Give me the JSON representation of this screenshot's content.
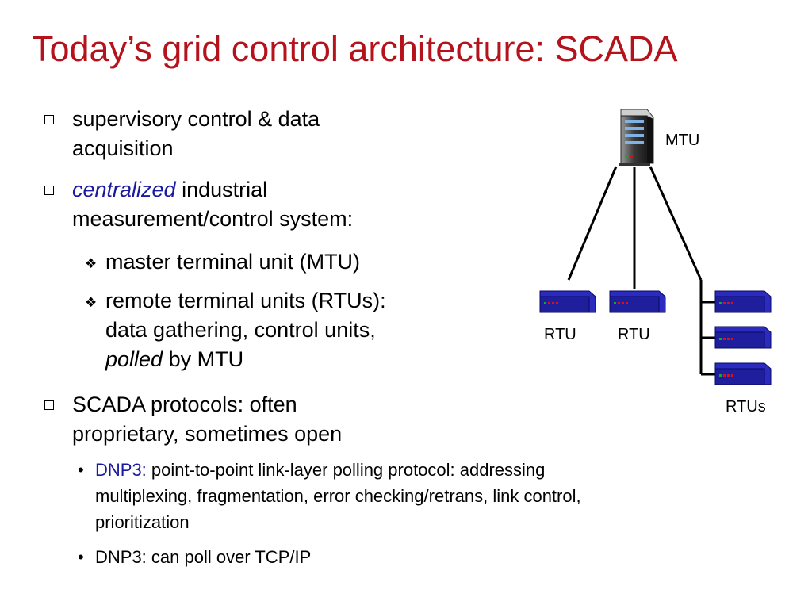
{
  "slide": {
    "title": "Today’s grid control architecture: SCADA",
    "bullets": [
      {
        "lines": [
          "supervisory control & data",
          "acquisition"
        ]
      },
      {
        "italic_part": "centralized",
        "rest_first": " industrial",
        "lines_after": [
          "measurement/control system:"
        ]
      },
      {
        "lines": [
          "SCADA protocols: often",
          "proprietary, sometimes open"
        ]
      }
    ],
    "sub_bullets": [
      {
        "text": "master terminal unit  (MTU)"
      },
      {
        "lines": [
          "remote terminal units (RTUs):",
          "data gathering, control units,"
        ],
        "italic_part": "polled",
        "rest": " by MTU"
      }
    ],
    "small_bullets": [
      {
        "highlight": "DNP3:",
        "lines": [
          " point-to-point link-layer polling protocol: addressing",
          "multiplexing, fragmentation, error checking/retrans, link control,",
          "prioritization"
        ]
      },
      {
        "text": "DNP3: can poll over TCP/IP"
      }
    ]
  },
  "diagram": {
    "mtu_label": "MTU",
    "rtu_label_1": "RTU",
    "rtu_label_2": "RTU",
    "rtus_label": "RTUs",
    "icons": {
      "server": "server-icon",
      "rtu": "rtu-device-icon"
    },
    "colors": {
      "device_blue": "#1f1f9e",
      "device_top": "#2b2bc0",
      "led_red": "#e01010",
      "led_green": "#10b010"
    }
  }
}
